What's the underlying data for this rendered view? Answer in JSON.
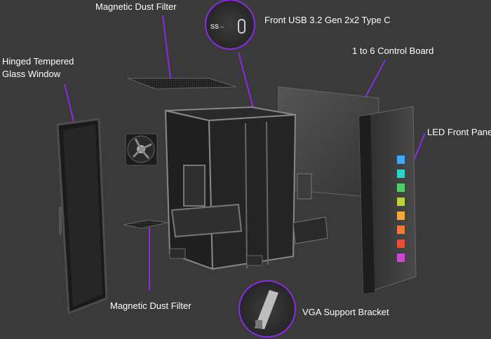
{
  "callouts": {
    "dust_filter_top": "Magnetic Dust Filter",
    "usb_c": "Front USB 3.2 Gen 2x2 Type C",
    "control_board": "1 to 6 Control Board",
    "glass_line1": "Hinged Tempered",
    "glass_line2": "Glass Window",
    "led_panel": "LED Front Panel",
    "dust_filter_bottom": "Magnetic Dust Filter",
    "vga_bracket": "VGA Support Bracket"
  },
  "colors": {
    "background": "#3a3a3a",
    "leader_line": "#8a2be2",
    "text": "#ffffff",
    "rgb": [
      "#3fa9f5",
      "#2fd3c6",
      "#4ad16a",
      "#b8d43a",
      "#f0a93a",
      "#f07a3a",
      "#e8503a",
      "#c94ad0"
    ]
  },
  "icons": [
    "usb-c-port-icon",
    "usb-ss-logo-icon"
  ]
}
